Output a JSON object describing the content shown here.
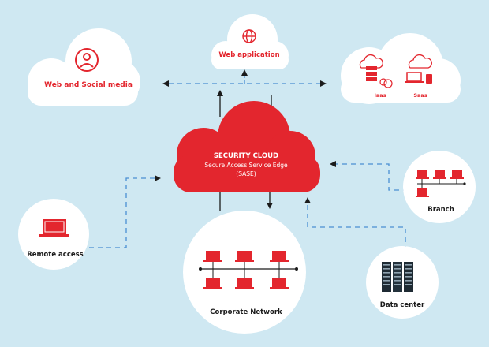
{
  "nodes": {
    "web_social": {
      "label": "Web and Social media"
    },
    "web_app": {
      "label": "Web application"
    },
    "cloud_services": {
      "iaas_label": "Iaas",
      "saas_label": "Saas"
    },
    "security_cloud": {
      "title": "SECURITY CLOUD",
      "subtitle": "Secure Access Service Edge",
      "abbr": "(SASE)"
    },
    "remote_access": {
      "label": "Remote access"
    },
    "corporate_network": {
      "label": "Corporate Network"
    },
    "branch": {
      "label": "Branch"
    },
    "data_center": {
      "label": "Data center"
    }
  },
  "colors": {
    "background": "#cfe8f2",
    "accent": "#e3262e",
    "dark": "#1b1b1b",
    "dashed_line": "#4a8fd3",
    "white": "#ffffff"
  },
  "icons": {
    "web_social": "user-icon",
    "web_app": "globe-icon",
    "iaas": "server-cloud-icon",
    "saas": "devices-cloud-icon",
    "remote_access": "laptop-icon",
    "corporate_network": "network-computers-icon",
    "branch": "network-computers-icon",
    "data_center": "server-rack-icon"
  }
}
